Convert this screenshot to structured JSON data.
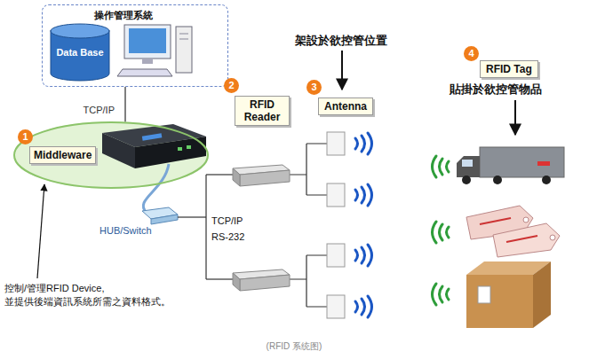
{
  "diagram": {
    "caption": "(RFID 系统图)",
    "nodes": [
      {
        "text": [
          "操作管理系統"
        ]
      },
      {
        "text": [
          "Data Base"
        ],
        "in": 0
      },
      {
        "text": [
          "Middleware"
        ]
      },
      {
        "text": [
          "RFID Reader"
        ]
      },
      {
        "text": [
          "Antenna"
        ]
      },
      {
        "text": [
          "RFID Tag"
        ]
      }
    ],
    "edges": [
      {
        "from": 0,
        "to": 2,
        "label": "TCP/IP",
        "arrow": "none"
      }
    ],
    "labels": [
      "1",
      "2",
      "3",
      "4",
      "控制/管理RFID Device, 並提供後端資訊系統所需之資料格式。",
      "HUB/Switch",
      "TCP/IP",
      "RS-232",
      "架設於欲控管位置",
      "貼掛於欲控管物品"
    ]
  }
}
